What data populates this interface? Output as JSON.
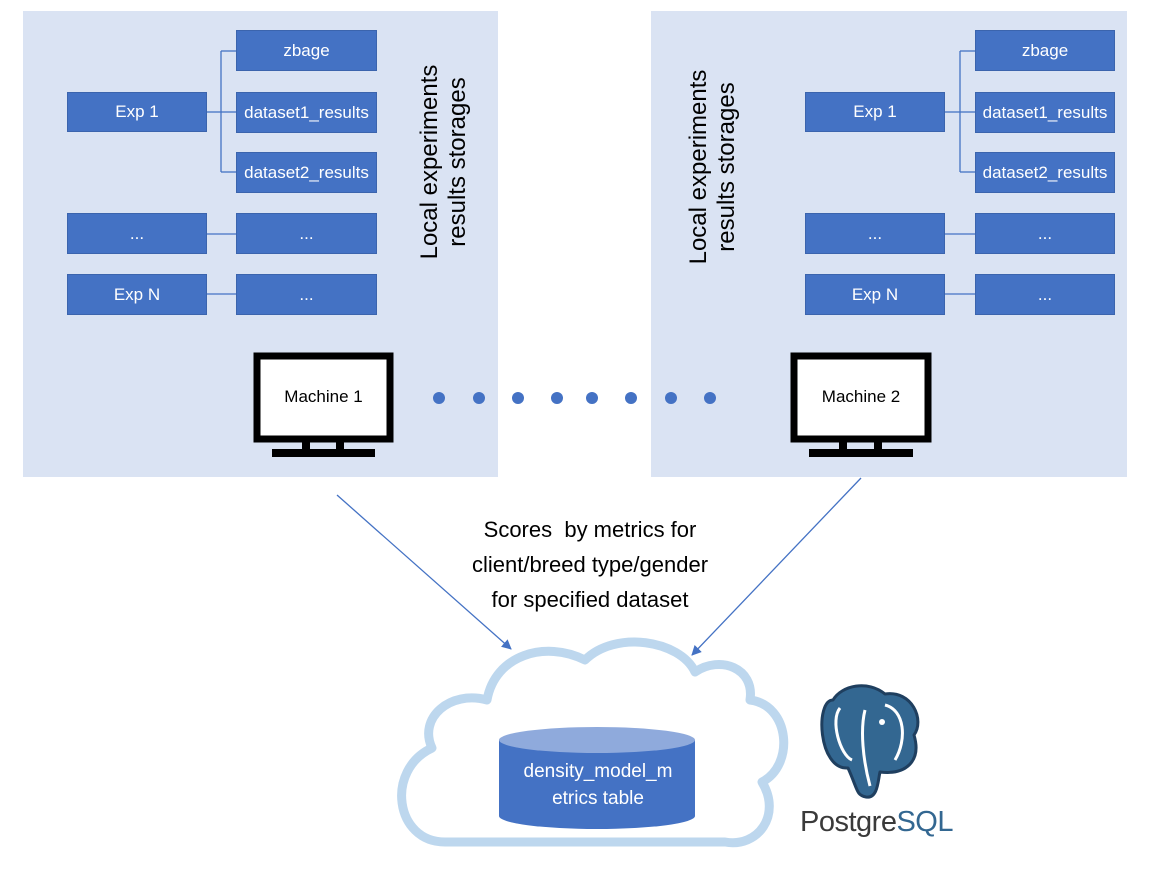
{
  "storage_label": [
    "Local experiments",
    "results storages"
  ],
  "machines": [
    {
      "machine_label": "Machine 1",
      "experiments": [
        {
          "label": "Exp 1",
          "results": [
            "zbage",
            "dataset1_results",
            "dataset2_results"
          ]
        },
        {
          "label": "...",
          "results": [
            "..."
          ]
        },
        {
          "label": "Exp N",
          "results": [
            "..."
          ]
        }
      ]
    },
    {
      "machine_label": "Machine 2",
      "experiments": [
        {
          "label": "Exp 1",
          "results": [
            "zbage",
            "dataset1_results",
            "dataset2_results"
          ]
        },
        {
          "label": "...",
          "results": [
            "..."
          ]
        },
        {
          "label": "Exp N",
          "results": [
            "..."
          ]
        }
      ]
    }
  ],
  "flow_label": [
    "Scores  by metrics for",
    "client/breed type/gender",
    "for specified dataset"
  ],
  "database": {
    "table_label": [
      "density_model_m",
      "etrics table"
    ],
    "brand_prefix": "Postgre",
    "brand_suffix": "SQL"
  },
  "colors": {
    "panel": "#dae3f3",
    "box": "#4472c4",
    "dots": "#4472c4",
    "cloud_outline": "#bdd7ee",
    "arrow": "#4472c4",
    "postgres_blue": "#336791"
  }
}
